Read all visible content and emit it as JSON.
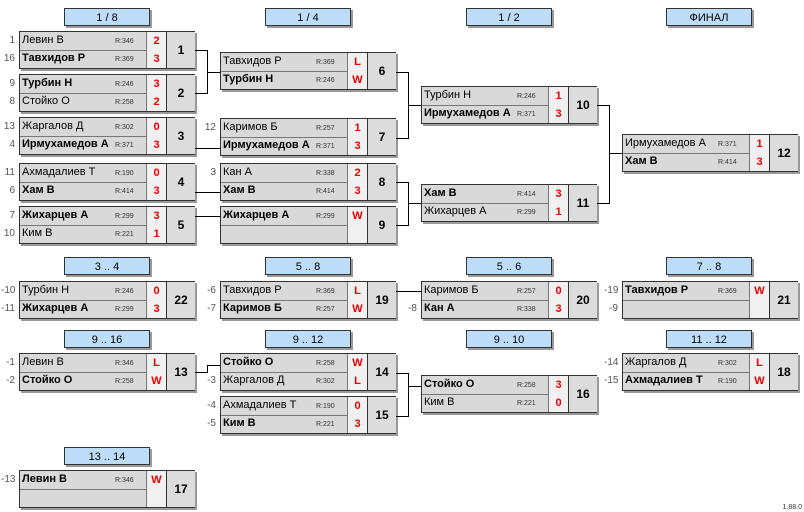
{
  "headers": [
    "1 / 8",
    "1 / 4",
    "1 / 2",
    "ФИНАЛ",
    "3 .. 4",
    "5 .. 8",
    "5 .. 6",
    "7 .. 8",
    "9 .. 16",
    "9 .. 12",
    "9 .. 10",
    "11 .. 12",
    "13 .. 14"
  ],
  "version": "1.88.0",
  "matches": [
    {
      "num": "1",
      "top": {
        "seed": "1",
        "name": "Левин В",
        "rating": "R:346",
        "score": "2",
        "win": false
      },
      "bot": {
        "seed": "16",
        "name": "Тавхидов Р",
        "rating": "R:369",
        "score": "3",
        "win": true
      }
    },
    {
      "num": "2",
      "top": {
        "seed": "9",
        "name": "Турбин Н",
        "rating": "R:246",
        "score": "3",
        "win": true
      },
      "bot": {
        "seed": "8",
        "name": "Стойко О",
        "rating": "R:258",
        "score": "2",
        "win": false
      }
    },
    {
      "num": "3",
      "top": {
        "seed": "13",
        "name": "Жаргалов Д",
        "rating": "R:302",
        "score": "0",
        "win": false
      },
      "bot": {
        "seed": "4",
        "name": "Ирмухамедов А",
        "rating": "R:371",
        "score": "3",
        "win": true
      }
    },
    {
      "num": "4",
      "top": {
        "seed": "11",
        "name": "Ахмадалиев Т",
        "rating": "R:190",
        "score": "0",
        "win": false
      },
      "bot": {
        "seed": "6",
        "name": "Хам В",
        "rating": "R:414",
        "score": "3",
        "win": true
      }
    },
    {
      "num": "5",
      "top": {
        "seed": "7",
        "name": "Жихарцев А",
        "rating": "R:299",
        "score": "3",
        "win": true
      },
      "bot": {
        "seed": "10",
        "name": "Ким В",
        "rating": "R:221",
        "score": "1",
        "win": false
      }
    },
    {
      "num": "6",
      "top": {
        "seed": "",
        "name": "Тавхидов Р",
        "rating": "R:369",
        "score": "L",
        "win": false
      },
      "bot": {
        "seed": "",
        "name": "Турбин Н",
        "rating": "R:246",
        "score": "W",
        "win": true
      }
    },
    {
      "num": "7",
      "top": {
        "seed": "12",
        "name": "Каримов Б",
        "rating": "R:257",
        "score": "1",
        "win": false
      },
      "bot": {
        "seed": "",
        "name": "Ирмухамедов А",
        "rating": "R:371",
        "score": "3",
        "win": true
      }
    },
    {
      "num": "8",
      "top": {
        "seed": "3",
        "name": "Кан А",
        "rating": "R:338",
        "score": "2",
        "win": false
      },
      "bot": {
        "seed": "",
        "name": "Хам В",
        "rating": "R:414",
        "score": "3",
        "win": true
      }
    },
    {
      "num": "9",
      "top": {
        "seed": "",
        "name": "Жихарцев А",
        "rating": "R:299",
        "score": "W",
        "win": true
      },
      "bot": {
        "seed": "",
        "name": "",
        "rating": "",
        "score": "",
        "win": false
      }
    },
    {
      "num": "10",
      "top": {
        "seed": "",
        "name": "Турбин Н",
        "rating": "R:246",
        "score": "1",
        "win": false
      },
      "bot": {
        "seed": "",
        "name": "Ирмухамедов А",
        "rating": "R:371",
        "score": "3",
        "win": true
      }
    },
    {
      "num": "11",
      "top": {
        "seed": "",
        "name": "Хам В",
        "rating": "R:414",
        "score": "3",
        "win": true
      },
      "bot": {
        "seed": "",
        "name": "Жихарцев А",
        "rating": "R:299",
        "score": "1",
        "win": false
      }
    },
    {
      "num": "12",
      "top": {
        "seed": "",
        "name": "Ирмухамедов А",
        "rating": "R:371",
        "score": "1",
        "win": false
      },
      "bot": {
        "seed": "",
        "name": "Хам В",
        "rating": "R:414",
        "score": "3",
        "win": true
      }
    },
    {
      "num": "22",
      "top": {
        "seed": "-10",
        "name": "Турбин Н",
        "rating": "R:246",
        "score": "0",
        "win": false
      },
      "bot": {
        "seed": "-11",
        "name": "Жихарцев А",
        "rating": "R:299",
        "score": "3",
        "win": true
      }
    },
    {
      "num": "19",
      "top": {
        "seed": "-6",
        "name": "Тавхидов Р",
        "rating": "R:369",
        "score": "L",
        "win": false
      },
      "bot": {
        "seed": "-7",
        "name": "Каримов Б",
        "rating": "R:257",
        "score": "W",
        "win": true
      }
    },
    {
      "num": "20",
      "top": {
        "seed": "",
        "name": "Каримов Б",
        "rating": "R:257",
        "score": "0",
        "win": false
      },
      "bot": {
        "seed": "-8",
        "name": "Кан А",
        "rating": "R:338",
        "score": "3",
        "win": true
      }
    },
    {
      "num": "21",
      "top": {
        "seed": "-19",
        "name": "Тавхидов Р",
        "rating": "R:369",
        "score": "W",
        "win": true
      },
      "bot": {
        "seed": "-9",
        "name": "",
        "rating": "",
        "score": "",
        "win": false
      }
    },
    {
      "num": "13",
      "top": {
        "seed": "-1",
        "name": "Левин В",
        "rating": "R:346",
        "score": "L",
        "win": false
      },
      "bot": {
        "seed": "-2",
        "name": "Стойко О",
        "rating": "R:258",
        "score": "W",
        "win": true
      }
    },
    {
      "num": "14",
      "top": {
        "seed": "",
        "name": "Стойко О",
        "rating": "R:258",
        "score": "W",
        "win": true
      },
      "bot": {
        "seed": "-3",
        "name": "Жаргалов Д",
        "rating": "R:302",
        "score": "L",
        "win": false
      }
    },
    {
      "num": "15",
      "top": {
        "seed": "-4",
        "name": "Ахмадалиев Т",
        "rating": "R:190",
        "score": "0",
        "win": false
      },
      "bot": {
        "seed": "-5",
        "name": "Ким В",
        "rating": "R:221",
        "score": "3",
        "win": true
      }
    },
    {
      "num": "16",
      "top": {
        "seed": "",
        "name": "Стойко О",
        "rating": "R:258",
        "score": "3",
        "win": true
      },
      "bot": {
        "seed": "",
        "name": "Ким В",
        "rating": "R:221",
        "score": "0",
        "win": false
      }
    },
    {
      "num": "18",
      "top": {
        "seed": "-14",
        "name": "Жаргалов Д",
        "rating": "R:302",
        "score": "L",
        "win": false
      },
      "bot": {
        "seed": "-15",
        "name": "Ахмадалиев Т",
        "rating": "R:190",
        "score": "W",
        "win": true
      }
    },
    {
      "num": "17",
      "top": {
        "seed": "-13",
        "name": "Левин В",
        "rating": "R:346",
        "score": "W",
        "win": true
      },
      "bot": {
        "seed": "",
        "name": "",
        "rating": "",
        "score": "",
        "win": false
      }
    }
  ]
}
